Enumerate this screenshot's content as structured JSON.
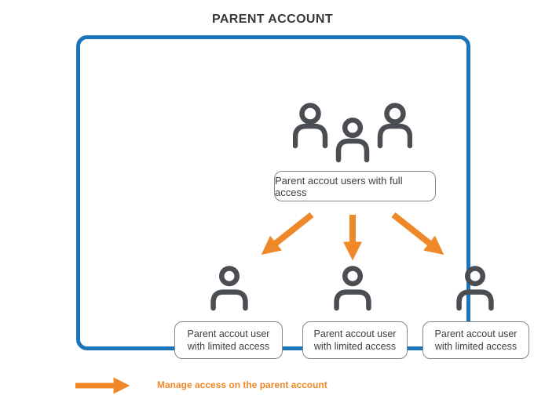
{
  "title": "PARENT ACCOUNT",
  "diagram": {
    "full_access_label": "Parent accout users with full access",
    "limited_labels": [
      {
        "line1": "Parent accout user",
        "line2": "with limited access"
      },
      {
        "line1": "Parent accout user",
        "line2": "with limited access"
      },
      {
        "line1": "Parent accout user",
        "line2": "with limited access"
      }
    ]
  },
  "legend": {
    "text": "Manage access on the parent account"
  },
  "icons": {
    "top": "users-group-icon",
    "children": "user-icon",
    "flow": "down-arrow-icons",
    "legend": "right-arrow-icon"
  },
  "colors": {
    "accent_blue": "#1b75bb",
    "accent_orange": "#ef8829",
    "icon_gray": "#4a4d52",
    "text_dark": "#3b3e44",
    "box_border": "#85878a"
  }
}
